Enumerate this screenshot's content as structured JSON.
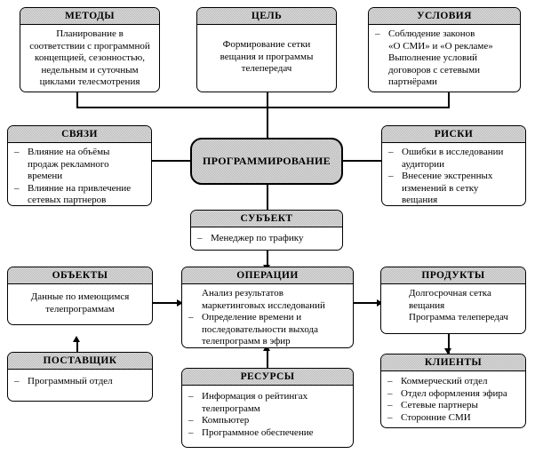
{
  "diagram": {
    "title": "Программирование телевещания — структурная схема",
    "colors": {
      "header_fill": "#b9b9b9",
      "center_fill": "#b9b9b9",
      "border": "#000000",
      "background": "#ffffff"
    },
    "center_node": {
      "label": "ПРОГРАММИРОВАНИЕ"
    },
    "nodes": [
      {
        "id": "methods",
        "header": "МЕТОДЫ",
        "style": "plain",
        "lines": [
          "Планирование в",
          "соответствии с программной",
          "концепцией, сезонностью,",
          "недельным и суточным",
          "циклами телесмотрения"
        ]
      },
      {
        "id": "goal",
        "header": "ЦЕЛЬ",
        "style": "plain",
        "lines": [
          "Формирование сетки",
          "вещания и программы",
          "телепередач"
        ]
      },
      {
        "id": "conditions",
        "header": "УСЛОВИЯ",
        "style": "bullets",
        "items": [
          {
            "dash": true,
            "lines": [
              "Соблюдение законов",
              "«О СМИ» и «О рекламе»"
            ]
          },
          {
            "dash": false,
            "lines": [
              "Выполнение условий",
              "договоров с сетевыми",
              "партнёрами"
            ]
          }
        ]
      },
      {
        "id": "links",
        "header": "СВЯЗИ",
        "style": "bullets",
        "items": [
          {
            "dash": true,
            "lines": [
              "Влияние на объёмы",
              "продаж рекламного",
              "времени"
            ]
          },
          {
            "dash": true,
            "lines": [
              "Влияние на привлечение",
              "сетевых партнеров"
            ]
          }
        ]
      },
      {
        "id": "risks",
        "header": "РИСКИ",
        "style": "bullets",
        "items": [
          {
            "dash": true,
            "lines": [
              "Ошибки в исследовании",
              "аудитории"
            ]
          },
          {
            "dash": true,
            "lines": [
              "Внесение экстренных",
              "изменений в сетку",
              "вещания"
            ]
          }
        ]
      },
      {
        "id": "subject",
        "header": "СУБЪЕКТ",
        "style": "bullets",
        "items": [
          {
            "dash": true,
            "lines": [
              "Менеджер по трафику"
            ]
          }
        ]
      },
      {
        "id": "objects",
        "header": "ОБЪЕКТЫ",
        "style": "plain",
        "lines": [
          "Данные по имеющимся",
          "телепрограммам"
        ]
      },
      {
        "id": "operations",
        "header": "ОПЕРАЦИИ",
        "style": "bullets",
        "items": [
          {
            "dash": false,
            "lines": [
              "Анализ результатов",
              "маркетинговых исследований"
            ]
          },
          {
            "dash": true,
            "lines": [
              "Определение времени и",
              "последовательности  выхода",
              "телепрограмм в эфир"
            ]
          }
        ]
      },
      {
        "id": "products",
        "header": "ПРОДУКТЫ",
        "style": "bullets",
        "items": [
          {
            "dash": false,
            "lines": [
              "Долгосрочная сетка",
              "вещания"
            ]
          },
          {
            "dash": false,
            "lines": [
              "Программа телепередач"
            ]
          }
        ]
      },
      {
        "id": "supplier",
        "header": "ПОСТАВЩИК",
        "style": "bullets",
        "items": [
          {
            "dash": true,
            "lines": [
              "Программный отдел"
            ]
          }
        ]
      },
      {
        "id": "resources",
        "header": "РЕСУРСЫ",
        "style": "bullets",
        "items": [
          {
            "dash": true,
            "lines": [
              "Информация о рейтингах",
              "телепрограмм"
            ]
          },
          {
            "dash": true,
            "lines": [
              "Компьютер"
            ]
          },
          {
            "dash": true,
            "lines": [
              "Программное обеспечение"
            ]
          }
        ]
      },
      {
        "id": "clients",
        "header": "КЛИЕНТЫ",
        "style": "bullets",
        "items": [
          {
            "dash": true,
            "lines": [
              "Коммерческий отдел"
            ]
          },
          {
            "dash": true,
            "lines": [
              "Отдел оформления эфира"
            ]
          },
          {
            "dash": true,
            "lines": [
              "Сетевые партнеры"
            ]
          },
          {
            "dash": true,
            "lines": [
              "Сторонние СМИ"
            ]
          }
        ]
      }
    ]
  }
}
